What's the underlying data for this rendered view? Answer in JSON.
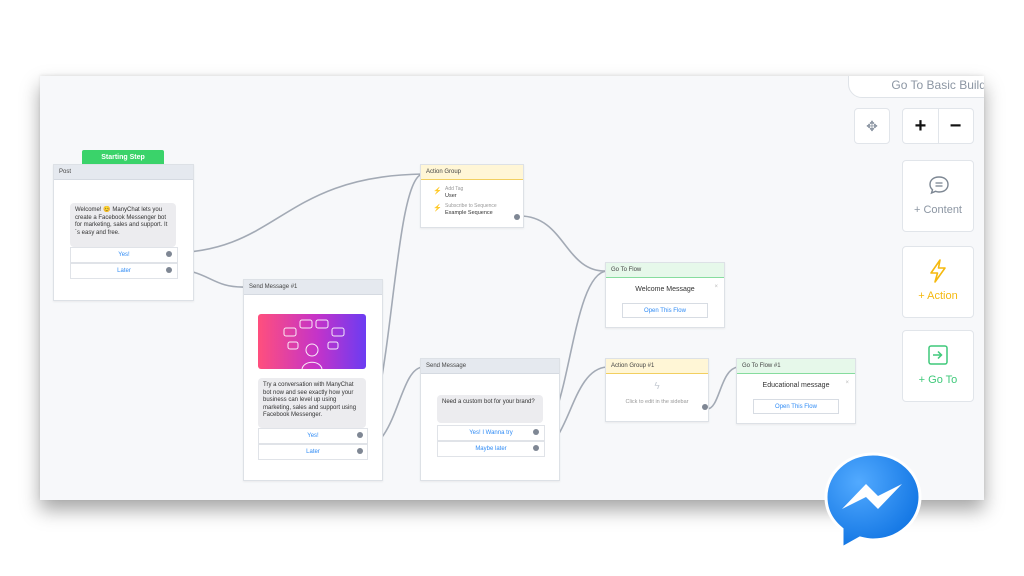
{
  "toolbar": {
    "basic_builder": "Go To Basic Builder"
  },
  "start_badge": "Starting Step",
  "post": {
    "header": "Post",
    "message": "Welcome! 😊 ManyChat lets you create a Facebook Messenger bot for marketing, sales and support. It´s easy and free.",
    "buttons": [
      "Yes!",
      "Later"
    ]
  },
  "send_message_1": {
    "header": "Send Message #1",
    "message": "Try a conversation with ManyChat bot now and see exactly how your business can level up using marketing, sales and support using Facebook Messenger.",
    "buttons": [
      "Yes!",
      "Later"
    ]
  },
  "action_group": {
    "header": "Action Group",
    "actions": [
      {
        "label": "Add Tag",
        "value": "User"
      },
      {
        "label": "Subscribe to Sequence",
        "value": "Example Sequence"
      }
    ]
  },
  "send_message": {
    "header": "Send Message",
    "message": "Need a custom bot for your brand?",
    "buttons": [
      "Yes! I Wanna try",
      "Maybe later"
    ]
  },
  "go_to_flow": {
    "header": "Go To Flow",
    "title": "Welcome Message",
    "button": "Open This Flow"
  },
  "action_group_1": {
    "header": "Action Group #1",
    "hint": "Click to edit in the sidebar"
  },
  "go_to_flow_1": {
    "header": "Go To Flow #1",
    "title": "Educational message",
    "button": "Open This Flow"
  },
  "controls": {
    "zoom_in": "+",
    "zoom_out": "−",
    "content": "+ Content",
    "action": "+ Action",
    "goto": "+ Go To"
  },
  "colors": {
    "start_green": "#3ad36a",
    "link_blue": "#2f8bf5",
    "action_yellow": "#f5b90f",
    "goto_green": "#3fc97a",
    "messenger_blue": "#1f84f0"
  },
  "icons": [
    "cursor-icon",
    "message-icon",
    "lightning-icon",
    "goto-icon",
    "messenger-logo-icon"
  ]
}
